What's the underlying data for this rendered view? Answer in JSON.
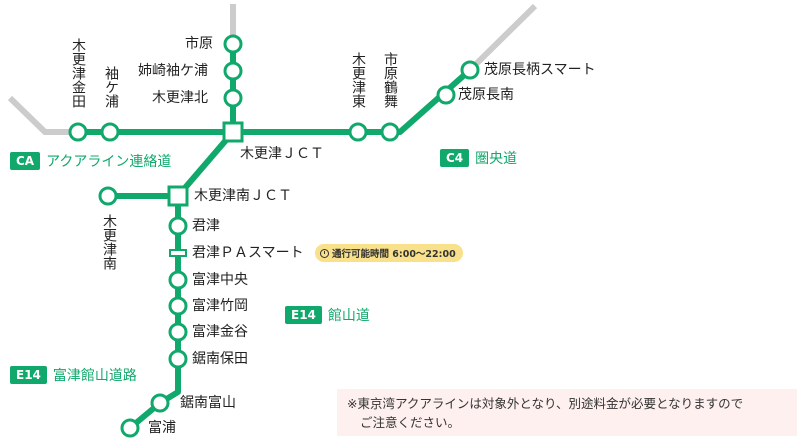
{
  "stations": {
    "kisarazu_kaneda": "木更津金田",
    "sodegaura": "袖ケ浦",
    "ichihara": "市原",
    "anesaki_sodegaura": "姉崎袖ケ浦",
    "kisarazu_kita": "木更津北",
    "kisarazu_jct": "木更津ＪＣＴ",
    "kisarazu_higashi": "木更津東",
    "ichihara_tsurumai": "市原鶴舞",
    "mobara_nagara_smart": "茂原長柄スマート",
    "mobara_nagaminami": "茂原長南",
    "kisarazu_minami_jct": "木更津南ＪＣＴ",
    "kisarazu_minami": "木更津南",
    "kimitsu": "君津",
    "kimitsu_pa_smart": "君津ＰＡスマート",
    "futtsu_chuo": "富津中央",
    "futtsu_takeoka": "富津竹岡",
    "futtsu_kanaya": "富津金谷",
    "kyonan_hota": "鋸南保田",
    "kyonan_tomiyama": "鋸南富山",
    "tomiura": "富浦"
  },
  "routes": {
    "ca": {
      "code": "CA",
      "name": "アクアライン連絡道"
    },
    "c4": {
      "code": "C4",
      "name": "圏央道"
    },
    "e14_tateyama": {
      "code": "E14",
      "name": "館山道"
    },
    "e14_futtsu": {
      "code": "E14",
      "name": "富津館山道路"
    }
  },
  "hours_badge": "通行可能時間 6:00～22:00",
  "note": {
    "line1": "※東京湾アクアラインは対象外となり、別途料金が必要となりますので",
    "line2": "ご注意ください。"
  },
  "colors": {
    "line": "#10a86b",
    "grey": "#cccccc",
    "hours_bg": "#f8e18a",
    "note_bg": "#fdf0ee"
  }
}
